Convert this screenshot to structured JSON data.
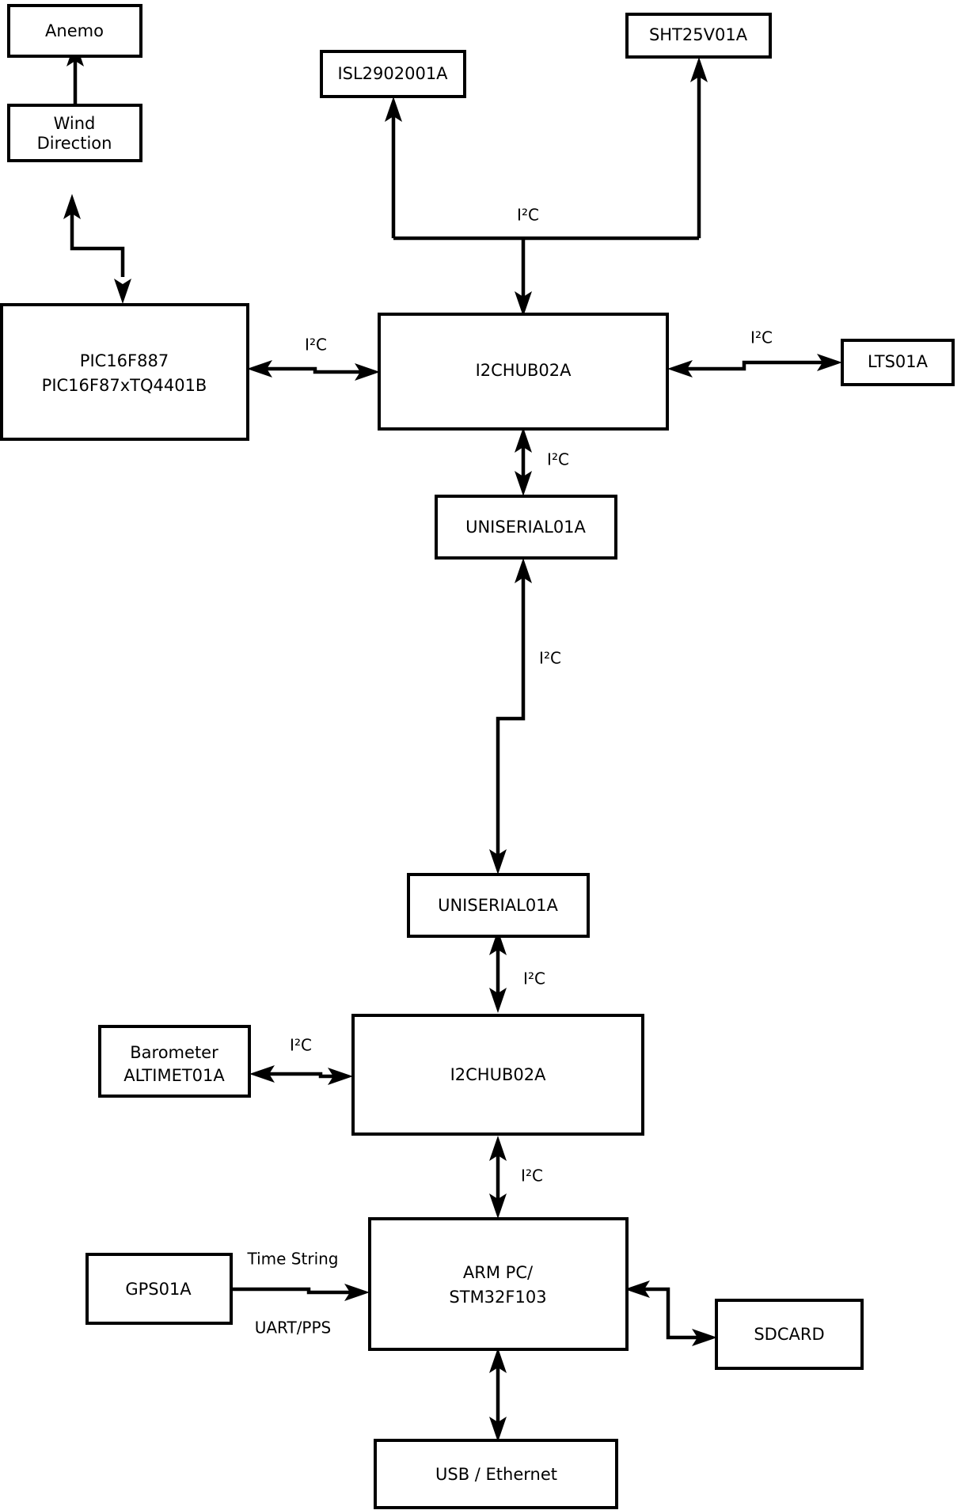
{
  "diagram": {
    "type": "block-diagram",
    "title": "",
    "background_color": "#ffffff",
    "line_color": "#000000",
    "nodes": [
      {
        "id": "anemo",
        "label": "Anemo"
      },
      {
        "id": "wind_dir_l1",
        "label": "Wind"
      },
      {
        "id": "wind_dir_l2",
        "label": "Direction"
      },
      {
        "id": "pic_l1",
        "label": "PIC16F887"
      },
      {
        "id": "pic_l2",
        "label": "PIC16F87xTQ4401B"
      },
      {
        "id": "isl",
        "label": "ISL2902001A"
      },
      {
        "id": "sht",
        "label": "SHT25V01A"
      },
      {
        "id": "hub_top",
        "label": "I2CHUB02A"
      },
      {
        "id": "lts",
        "label": "LTS01A"
      },
      {
        "id": "uniserial_1",
        "label": "UNISERIAL01A"
      },
      {
        "id": "uniserial_2",
        "label": "UNISERIAL01A"
      },
      {
        "id": "barometer_l1",
        "label": "Barometer"
      },
      {
        "id": "barometer_l2",
        "label": "ALTIMET01A"
      },
      {
        "id": "hub_bottom",
        "label": "I2CHUB02A"
      },
      {
        "id": "gps",
        "label": "GPS01A"
      },
      {
        "id": "arm_l1",
        "label": "ARM PC/"
      },
      {
        "id": "arm_l2",
        "label": "STM32F103"
      },
      {
        "id": "sdcard",
        "label": "SDCARD"
      },
      {
        "id": "usb_eth",
        "label": "USB / Ethernet"
      }
    ],
    "edge_labels": {
      "i2c": "I²C",
      "i2c_pic_hub": "I²C",
      "i2c_hub_lts": "I²C",
      "i2c_bus_top": "I²C",
      "i2c_hub_uniserial": "I²C",
      "i2c_uniserial_link": "I²C",
      "i2c_uniserial2_hub": "I²C",
      "i2c_barometer_hub": "I²C",
      "i2c_hub_arm": "I²C",
      "time_string": "Time String",
      "uart_pps": "UART/PPS"
    }
  }
}
